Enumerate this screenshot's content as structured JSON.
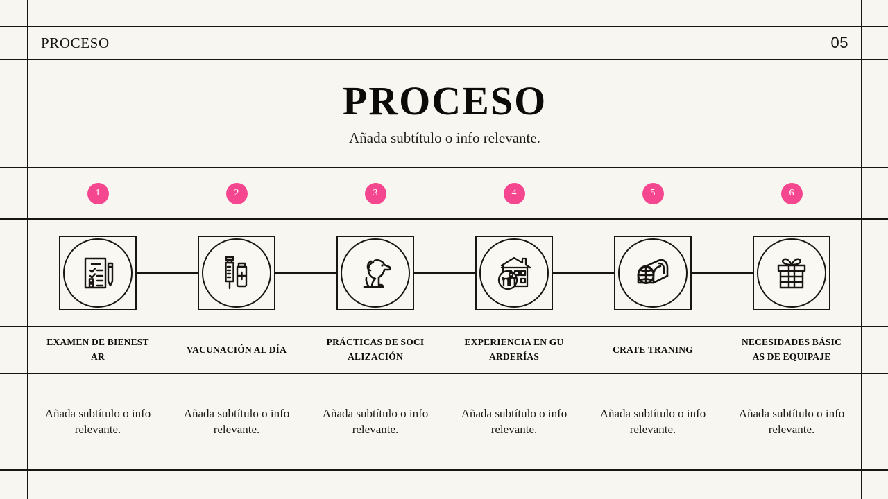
{
  "theme": {
    "background": "#f7f6f0",
    "ink": "#191512",
    "accent": "#f5478f",
    "badge_text": "#ffffff"
  },
  "header": {
    "label": "PROCESO",
    "page_number": "05"
  },
  "title": {
    "heading": "PROCESO",
    "subtitle": "Añada subtítulo o info relevante."
  },
  "steps": [
    {
      "number": "1",
      "icon": "clipboard-checklist-pencil-icon",
      "label": "EXAMEN DE BIENESTAR",
      "description": "Añada subtítulo o info relevante."
    },
    {
      "number": "2",
      "icon": "syringe-vaccine-vial-icon",
      "label": "VACUNACIÓN AL DÍA",
      "description": "Añada subtítulo o info relevante."
    },
    {
      "number": "3",
      "icon": "sitting-dog-icon",
      "label": "PRÁCTICAS DE SOCIALIZACIÓN",
      "description": "Añada subtítulo o info relevante."
    },
    {
      "number": "4",
      "icon": "pet-daycare-house-icon",
      "label": "EXPERIENCIA EN GUARDERÍAS",
      "description": "Añada subtítulo o info relevante."
    },
    {
      "number": "5",
      "icon": "pet-crate-carrier-icon",
      "label": "CRATE TRANING",
      "description": "Añada subtítulo o info relevante."
    },
    {
      "number": "6",
      "icon": "gift-box-icon",
      "label": "NECESIDADES BÁSICAS DE EQUIPAJE",
      "description": "Añada subtítulo o info relevante."
    }
  ]
}
